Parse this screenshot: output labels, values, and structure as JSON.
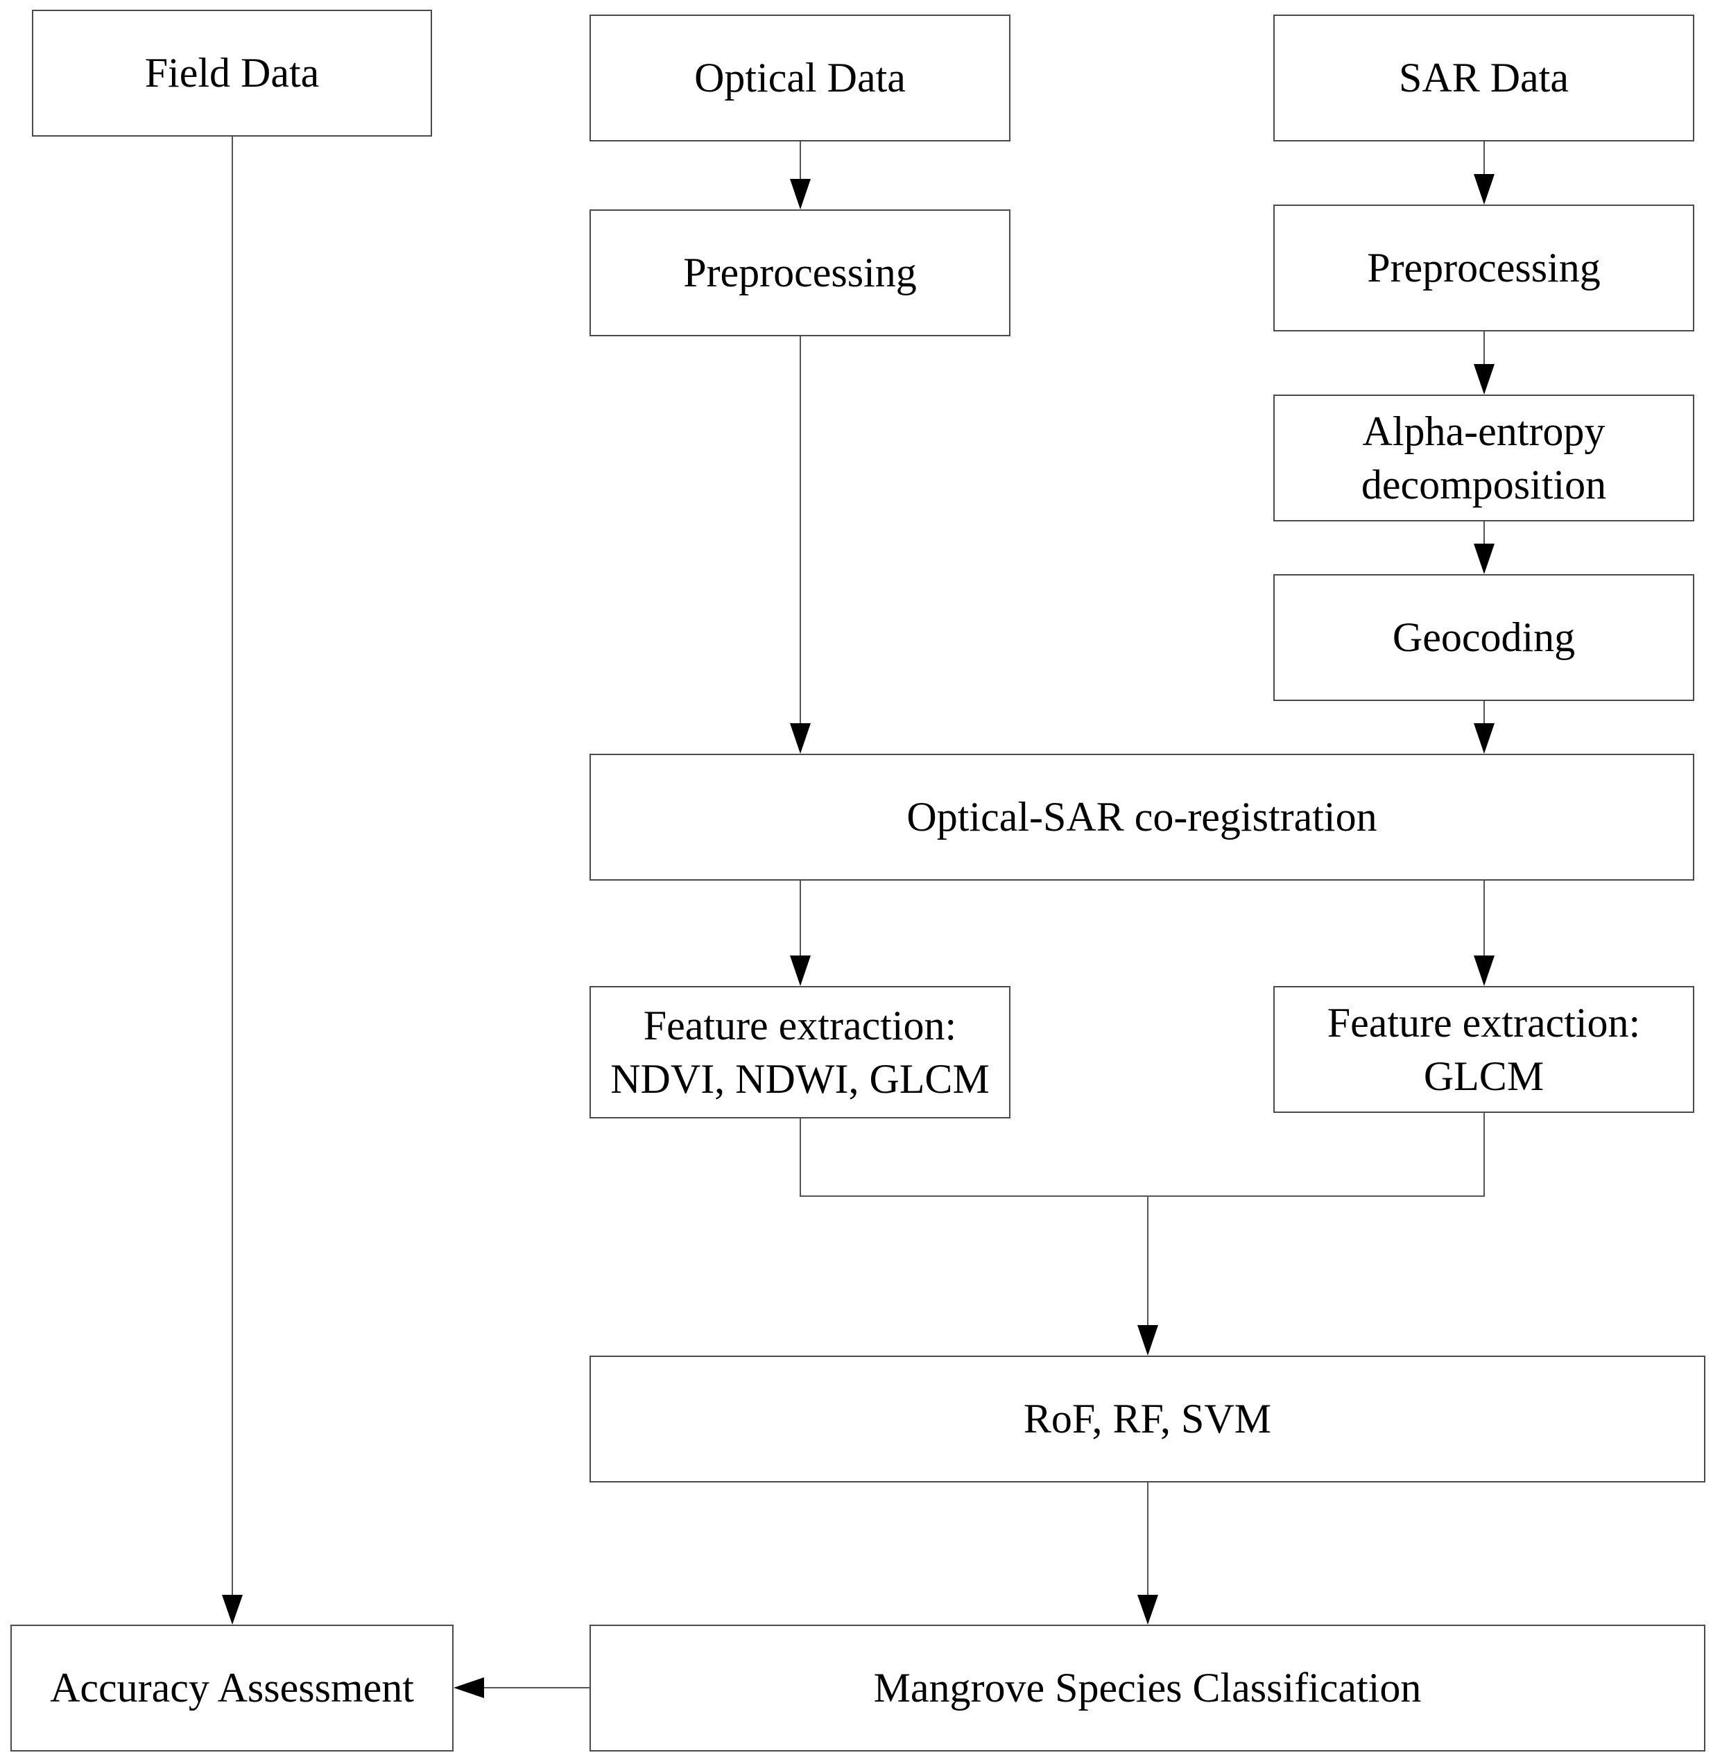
{
  "nodes": {
    "field_data": "Field Data",
    "optical_data": "Optical Data",
    "sar_data": "SAR Data",
    "optical_preprocessing": "Preprocessing",
    "sar_preprocessing": "Preprocessing",
    "alpha_entropy_line1": "Alpha-entropy",
    "alpha_entropy_line2": "decomposition",
    "geocoding": "Geocoding",
    "coregistration": "Optical-SAR co-registration",
    "optical_feature_line1": "Feature extraction:",
    "optical_feature_line2": "NDVI, NDWI, GLCM",
    "sar_feature_line1": "Feature extraction:",
    "sar_feature_line2": "GLCM",
    "classifiers": "RoF, RF, SVM",
    "classification": "Mangrove Species Classification",
    "accuracy": "Accuracy Assessment"
  }
}
